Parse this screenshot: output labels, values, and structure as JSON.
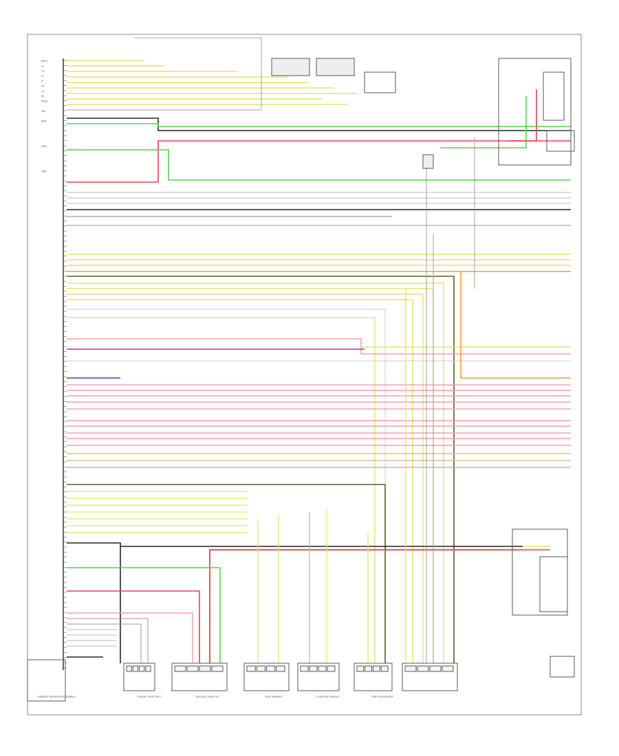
{
  "diagram": {
    "left_labels_top": [
      "BRK-L",
      "IG",
      "LH",
      "FL",
      "R",
      "FR",
      "LG",
      "RL",
      "PASS",
      "",
      "IND",
      "",
      "BRR",
      "",
      "",
      "",
      "",
      "LWR",
      "",
      "",
      "",
      "",
      "GND",
      "",
      "",
      "",
      "",
      ""
    ],
    "component_labels_bottom": [
      "AIRBAG SENSOR ASSEMBLY",
      "FRONT SEAT BELT",
      "BUCKLE SWITCH",
      "SIDE AIRBAG",
      "CURTAIN SHIELD",
      "PRETENSIONER"
    ],
    "footnote": "",
    "page_code": ""
  },
  "colors": {
    "yellow": "#e8e26a",
    "green": "#4cd64c",
    "red": "#e8404a",
    "pink": "#f2a0a8",
    "orange": "#f39a3c",
    "gray": "#a0a0a0",
    "black": "#222222",
    "olive": "#5a5a2a",
    "purple": "#9a3c9a",
    "blue": "#3a3ad8",
    "tan": "#d8c08a"
  }
}
